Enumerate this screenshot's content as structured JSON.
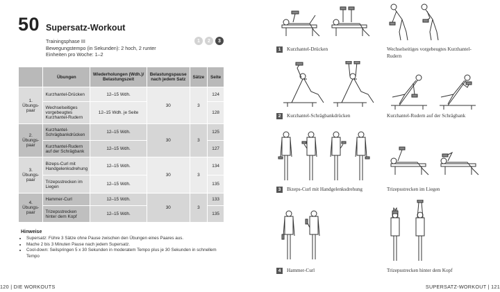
{
  "workout": {
    "number": "50",
    "title": "Supersatz-Workout",
    "meta": [
      "Trainingsphase III",
      "Bewegungstempo (in Sekunden): 2 hoch, 2 runter",
      "Einheiten pro Woche: 1–2"
    ],
    "phases": [
      "1",
      "2",
      "3"
    ]
  },
  "table": {
    "headers": [
      "",
      "Übungen",
      "Wiederholungen (Wdh.)/ Belastungszeit",
      "Belastungspause nach jedem Satz",
      "Sätze",
      "Seite"
    ],
    "groups": [
      {
        "pair": "1. Übungs-paar",
        "pause": "30",
        "sets": "3",
        "rows": [
          {
            "exercise": "Kurzhantel-Drücken",
            "reps": "12–15 Wdh.",
            "page": "124"
          },
          {
            "exercise": "Wechselseitiges vorgebeugtes Kurzhantel-Rudern",
            "reps": "12–15 Wdh. je Seite",
            "page": "128"
          }
        ]
      },
      {
        "pair": "2. Übungs-paar",
        "pause": "30",
        "sets": "3",
        "rows": [
          {
            "exercise": "Kurzhantel-Schrägbankdrücken",
            "reps": "12–15 Wdh.",
            "page": "125"
          },
          {
            "exercise": "Kurzhantel-Rudern auf der Schrägbank",
            "reps": "12–15 Wdh.",
            "page": "127"
          }
        ]
      },
      {
        "pair": "3. Übungs-paar",
        "pause": "30",
        "sets": "3",
        "rows": [
          {
            "exercise": "Bizeps-Curl mit Handgelenksdrehung",
            "reps": "12–15 Wdh.",
            "page": "134"
          },
          {
            "exercise": "Trizepsstrecken im Liegen",
            "reps": "12–15 Wdh.",
            "page": "135"
          }
        ]
      },
      {
        "pair": "4. Übungs-paar",
        "pause": "30",
        "sets": "3",
        "rows": [
          {
            "exercise": "Hammer-Curl",
            "reps": "12–15 Wdh.",
            "page": "133"
          },
          {
            "exercise": "Trizepsstrecken hinter dem Kopf",
            "reps": "12–15 Wdh.",
            "page": "135"
          }
        ]
      }
    ]
  },
  "hints": {
    "title": "Hinweise",
    "items": [
      "Supersatz: Führe 3 Sätze ohne Pause zwischen den Übungen eines Paares aus.",
      "Mache 2 bis 3 Minuten Pause nach jedem Supersatz.",
      "Cool-down: Seilspringen 5 x 30 Sekunden in moderatem Tempo plus je 30 Sekunden in schnellem Tempo"
    ]
  },
  "footer": {
    "left": "120 | DIE WORKOUTS",
    "right": "SUPERSATZ-WORKOUT | 121"
  },
  "captions": [
    {
      "num": "1",
      "left": "Kurzhantel-Drücken",
      "right": "Wechselseitiges vorgebeugtes Kurzhantel-Rudern"
    },
    {
      "num": "2",
      "left": "Kurzhantel-Schrägbankdrücken",
      "right": "Kurzhantel-Rudern auf der Schrägbank"
    },
    {
      "num": "3",
      "left": "Bizeps-Curl mit Handgelenksdrehung",
      "right": "Trizepsstrecken im Liegen"
    },
    {
      "num": "4",
      "left": "Hammer-Curl",
      "right": "Trizepsstrecken hinter dem Kopf"
    }
  ]
}
